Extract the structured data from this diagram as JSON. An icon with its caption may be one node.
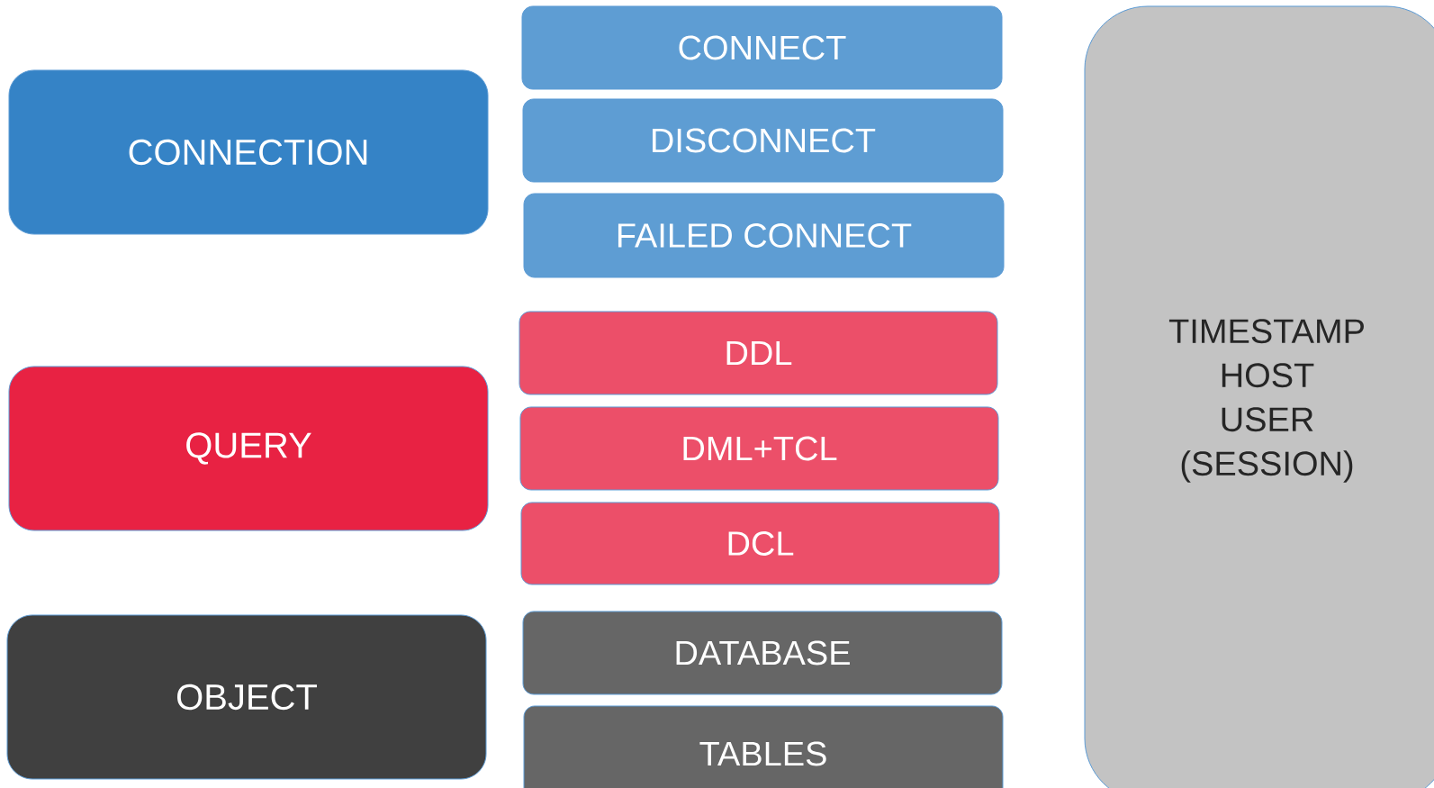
{
  "diagram": {
    "nodes": [
      {
        "text": [
          "CONNECTION"
        ]
      },
      {
        "text": [
          "CONNECT"
        ]
      },
      {
        "text": [
          "DISCONNECT"
        ]
      },
      {
        "text": [
          "FAILED CONNECT"
        ]
      },
      {
        "text": [
          "QUERY"
        ]
      },
      {
        "text": [
          "DDL"
        ]
      },
      {
        "text": [
          "DML+TCL"
        ]
      },
      {
        "text": [
          "DCL"
        ]
      },
      {
        "text": [
          "OBJECT"
        ]
      },
      {
        "text": [
          "DATABASE"
        ]
      },
      {
        "text": [
          "TABLES"
        ]
      },
      {
        "text": [
          "TIMESTAMP",
          "HOST",
          "USER",
          "(SESSION)"
        ]
      }
    ]
  }
}
